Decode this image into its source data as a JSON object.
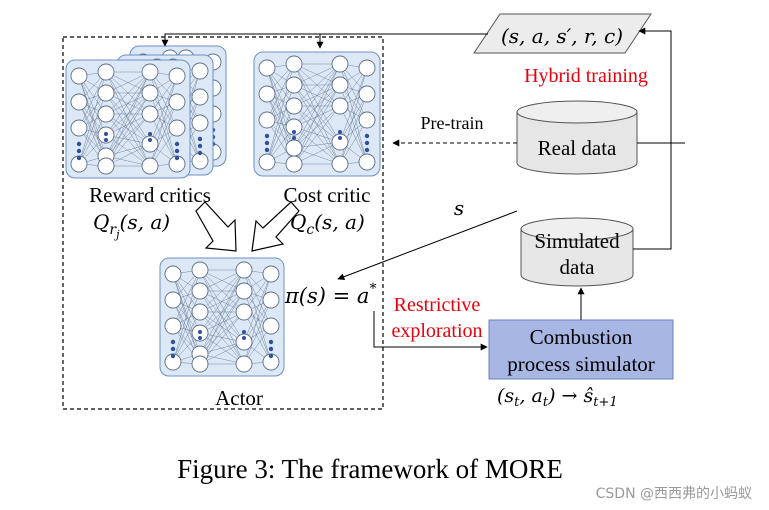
{
  "colors": {
    "net_box_fill": "#dde8f6",
    "net_box_stroke": "#6b8fc4",
    "node_stroke": "#5a6e8a",
    "dot": "#2f4f9f",
    "simulator_fill": "#a7b6e3",
    "simulator_stroke": "#6b7fc0",
    "cylinder_fill": "#e6e6e6",
    "red_text": "#e8000b",
    "arrow": "#000000"
  },
  "labels": {
    "tuple": "(s, a, s′, r, c)",
    "hybrid_training": "Hybrid training",
    "pre_train": "Pre-train",
    "real_data": "Real data",
    "simulated_data_line1": "Simulated",
    "simulated_data_line2": "data",
    "state_s": "s",
    "reward_critics": "Reward critics",
    "reward_critics_math": "Q",
    "reward_critics_sub": "r",
    "reward_critics_subsub": "j",
    "reward_critics_args": "(s, a)",
    "cost_critic": "Cost critic",
    "cost_critic_math": "Q",
    "cost_critic_sub": "c",
    "cost_critic_args": "(s, a)",
    "policy": "π(s) = a",
    "policy_sup": "*",
    "restrictive": "Restrictive",
    "exploration": "exploration",
    "simulator_line1": "Combustion",
    "simulator_line2": "process simulator",
    "transition": "(s",
    "transition_sub_t1": "t",
    "transition_mid": ", a",
    "transition_sub_t2": "t",
    "transition_arrow": ") → ŝ",
    "transition_sub_t3": "t+1",
    "actor": "Actor",
    "caption": "Figure 3: The framework of MORE",
    "watermark": "CSDN @西西弗的小蚂蚁"
  }
}
